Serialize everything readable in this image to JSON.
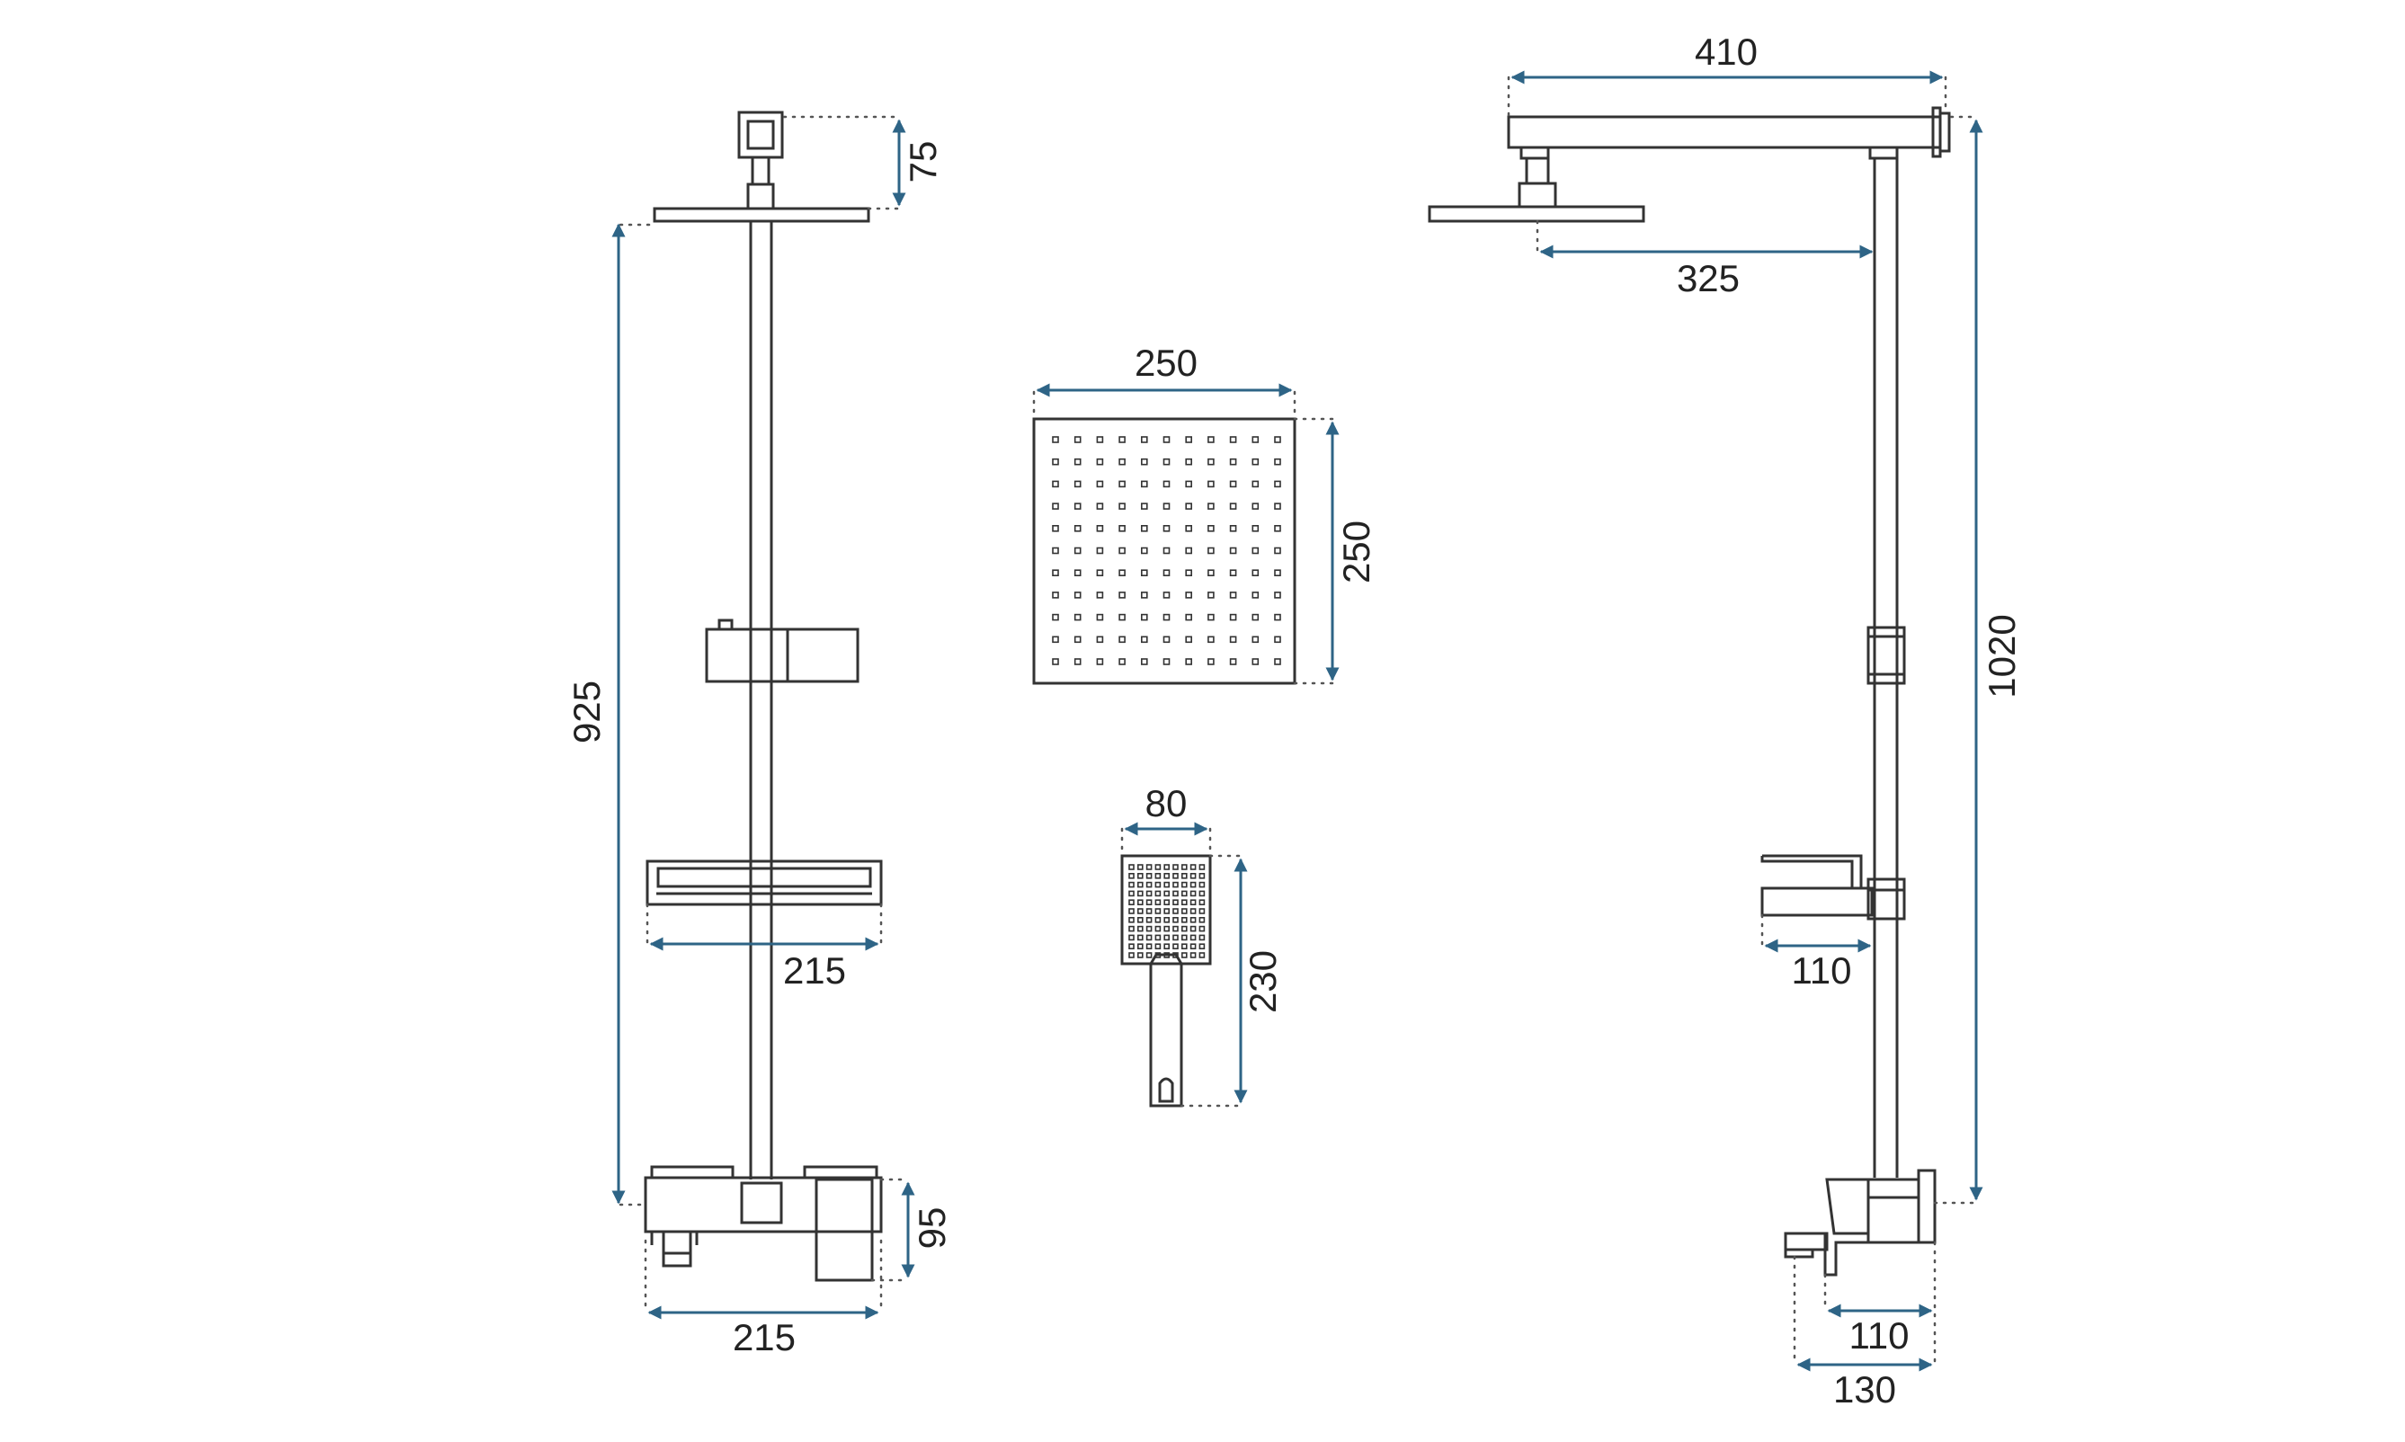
{
  "colors": {
    "dimension_line": "#2e6486",
    "outline": "#333333",
    "text": "#222222",
    "background": "#ffffff"
  },
  "dimensions": {
    "arm_length": "410",
    "head_offset": "325",
    "column_height": "1020",
    "side_shelf_depth": "110",
    "side_mixer_depth": "110",
    "side_mixer_total": "130",
    "arm_drop": "75",
    "rail_height": "925",
    "shelf_width": "215",
    "mixer_width": "215",
    "mixer_height": "95",
    "head_width": "250",
    "head_depth": "250",
    "hand_width": "80",
    "hand_length": "230"
  }
}
